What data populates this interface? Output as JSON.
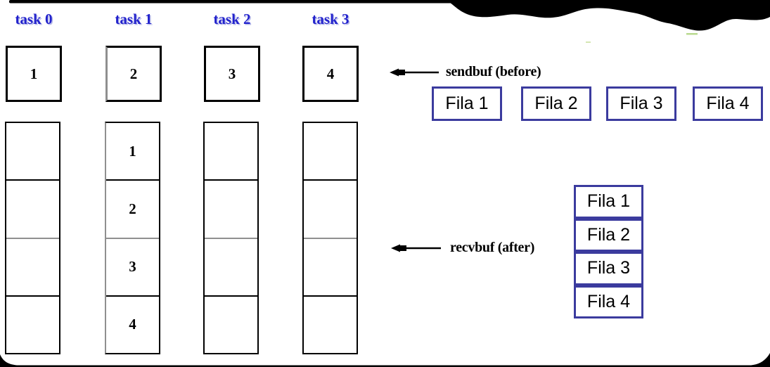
{
  "diagram": {
    "title_hint": "all-to-one gather communication diagram",
    "tasks": [
      {
        "label": "task 0",
        "sendbuf_value": "1"
      },
      {
        "label": "task 1",
        "sendbuf_value": "2"
      },
      {
        "label": "task 2",
        "sendbuf_value": "3"
      },
      {
        "label": "task 3",
        "sendbuf_value": "4"
      }
    ],
    "recv_columns": [
      {
        "task": "task 0",
        "cells": [
          "",
          "",
          "",
          ""
        ]
      },
      {
        "task": "task 1",
        "cells": [
          "1",
          "2",
          "3",
          "4"
        ]
      },
      {
        "task": "task 2",
        "cells": [
          "",
          "",
          "",
          ""
        ]
      },
      {
        "task": "task 3",
        "cells": [
          "",
          "",
          "",
          ""
        ]
      }
    ],
    "annotations": {
      "sendbuf_label": "sendbuf (before)",
      "recvbuf_label": "recvbuf (after)"
    },
    "icons": {
      "sendbuf_pointer": "left-arrow-icon",
      "recvbuf_pointer": "left-arrow-icon"
    },
    "fila_row": [
      "Fila 1",
      "Fila 2",
      "Fila 3",
      "Fila 4"
    ],
    "fila_stack": [
      "Fila 1",
      "Fila 2",
      "Fila 3",
      "Fila 4"
    ],
    "colors": {
      "background": "#ffffff",
      "task_label": "#2222cc",
      "box_border": "#000000",
      "gray_divider": "#8f8f8f",
      "fila_border": "#3b3b9e",
      "edge_artifact": "#000000",
      "green_speck": "#b9d98f"
    }
  }
}
